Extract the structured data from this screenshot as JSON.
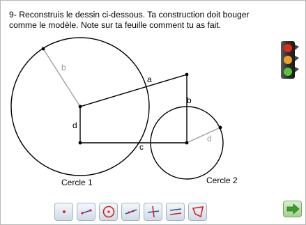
{
  "instructions": {
    "text": "9- Reconstruis le dessin ci-dessous. Ta construction doit bouger comme le modèle. Note sur ta feuille comment tu as fait."
  },
  "figure": {
    "segment_labels": {
      "radius1": "b",
      "top_side": "a",
      "right_side": "b",
      "left_side": "d",
      "bottom_side": "c",
      "radius2": "d"
    },
    "circle_labels": {
      "circle1": "Cercle 1",
      "circle2": "Cercle 2"
    }
  },
  "colors": {
    "construction_line": "#000000",
    "radius_line": "#a0a0a0",
    "radius_label": "#9a9a9a",
    "tool_icon_blue": "#2a4d9b",
    "tool_icon_red": "#d42020",
    "traffic_light_body": "#3a3a3a",
    "next_arrow": "#3e9a2a"
  },
  "toolbar": {
    "tools": [
      {
        "icon": "point-icon"
      },
      {
        "icon": "segment-icon"
      },
      {
        "icon": "circle-icon"
      },
      {
        "icon": "line-icon"
      },
      {
        "icon": "perpendicular-icon"
      },
      {
        "icon": "parallel-icon"
      },
      {
        "icon": "polygon-icon"
      }
    ]
  },
  "controls": {
    "traffic_light_icon": "traffic-light-icon",
    "next_icon": "arrow-right-icon"
  }
}
